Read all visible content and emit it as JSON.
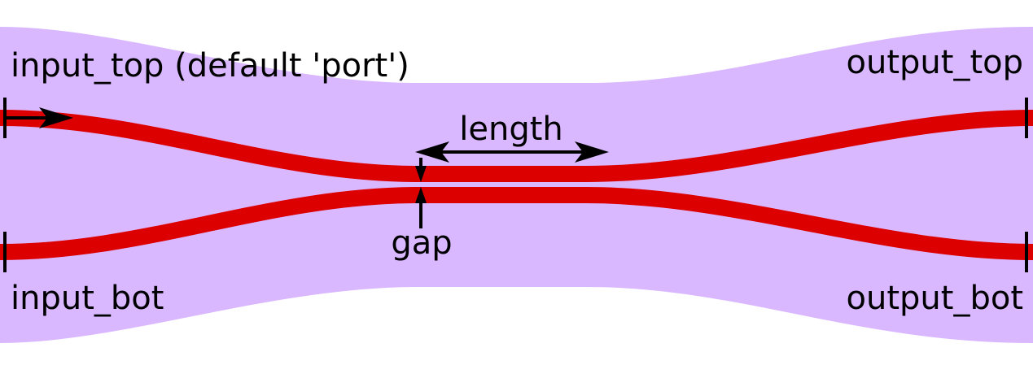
{
  "colors": {
    "background": "#ffffff",
    "cladding": "#d9b8ff",
    "waveguide": "#dd0000",
    "annotation": "#000000"
  },
  "ports": {
    "input_top": "input_top (default 'port')",
    "input_bot": "input_bot",
    "output_top": "output_top",
    "output_bot": "output_bot"
  },
  "dimensions": {
    "length": "length",
    "gap": "gap"
  },
  "icons": {
    "input_top_direction": "arrow-right-icon",
    "port_marker": "port-tick-icon"
  }
}
